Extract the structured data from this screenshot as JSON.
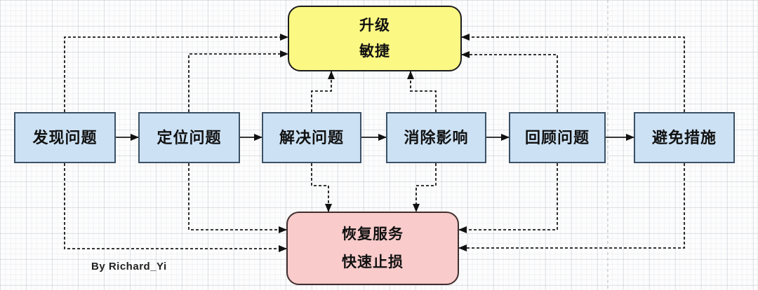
{
  "diagram": {
    "top_node": {
      "lines": [
        "升级",
        "敏捷"
      ]
    },
    "bottom_node": {
      "lines": [
        "恢复服务",
        "快速止损"
      ]
    },
    "process_nodes": [
      {
        "label": "发现问题"
      },
      {
        "label": "定位问题"
      },
      {
        "label": "解决问题"
      },
      {
        "label": "消除影响"
      },
      {
        "label": "回顾问题"
      },
      {
        "label": "避免措施"
      }
    ],
    "credit": "By Richard_Yi",
    "colors": {
      "top_node_fill": "#fbf884",
      "top_node_border": "#1c1c1c",
      "process_fill": "#cce1f4",
      "process_border": "#3b5166",
      "bottom_node_fill": "#f9cbcb",
      "bottom_node_border": "#402e2e",
      "connector": "#1a1a1a",
      "faint_guide": "#c3c8ce"
    }
  }
}
